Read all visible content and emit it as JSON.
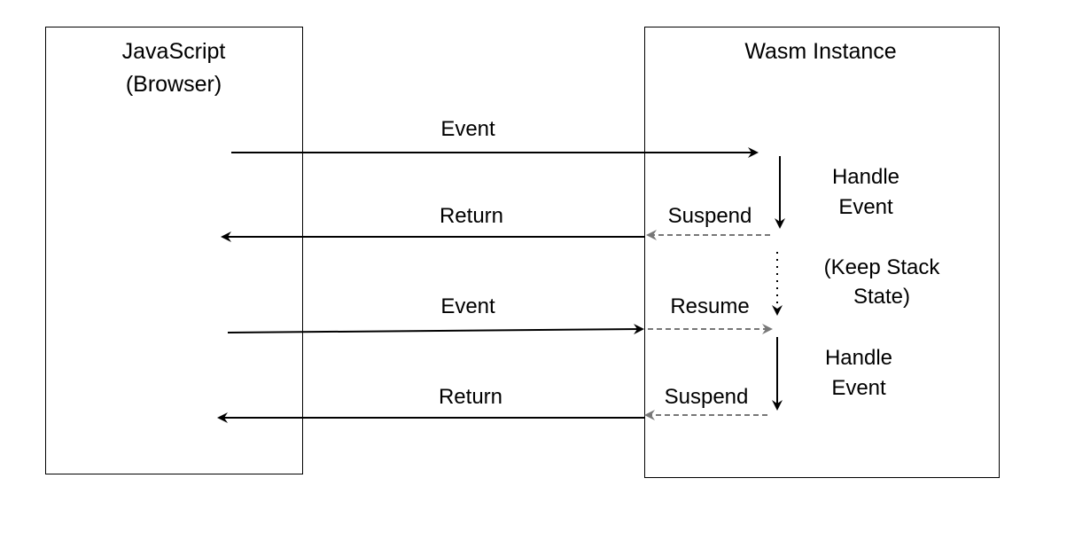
{
  "participants": {
    "javascript": {
      "line1": "JavaScript",
      "line2": "(Browser)"
    },
    "wasm": {
      "title": "Wasm Instance"
    }
  },
  "messages": {
    "event_1": "Event",
    "return_1": "Return",
    "event_2": "Event",
    "return_2": "Return"
  },
  "wasm_actions": {
    "suspend_1": "Suspend",
    "resume": "Resume",
    "suspend_2": "Suspend",
    "handle_1_line1": "Handle",
    "handle_1_line2": "Event",
    "keep_line1": "(Keep Stack",
    "keep_line2": "State)",
    "handle_2_line1": "Handle",
    "handle_2_line2": "Event"
  },
  "colors": {
    "solid_arrow": "#000000",
    "dashed_arrow": "#777777"
  }
}
